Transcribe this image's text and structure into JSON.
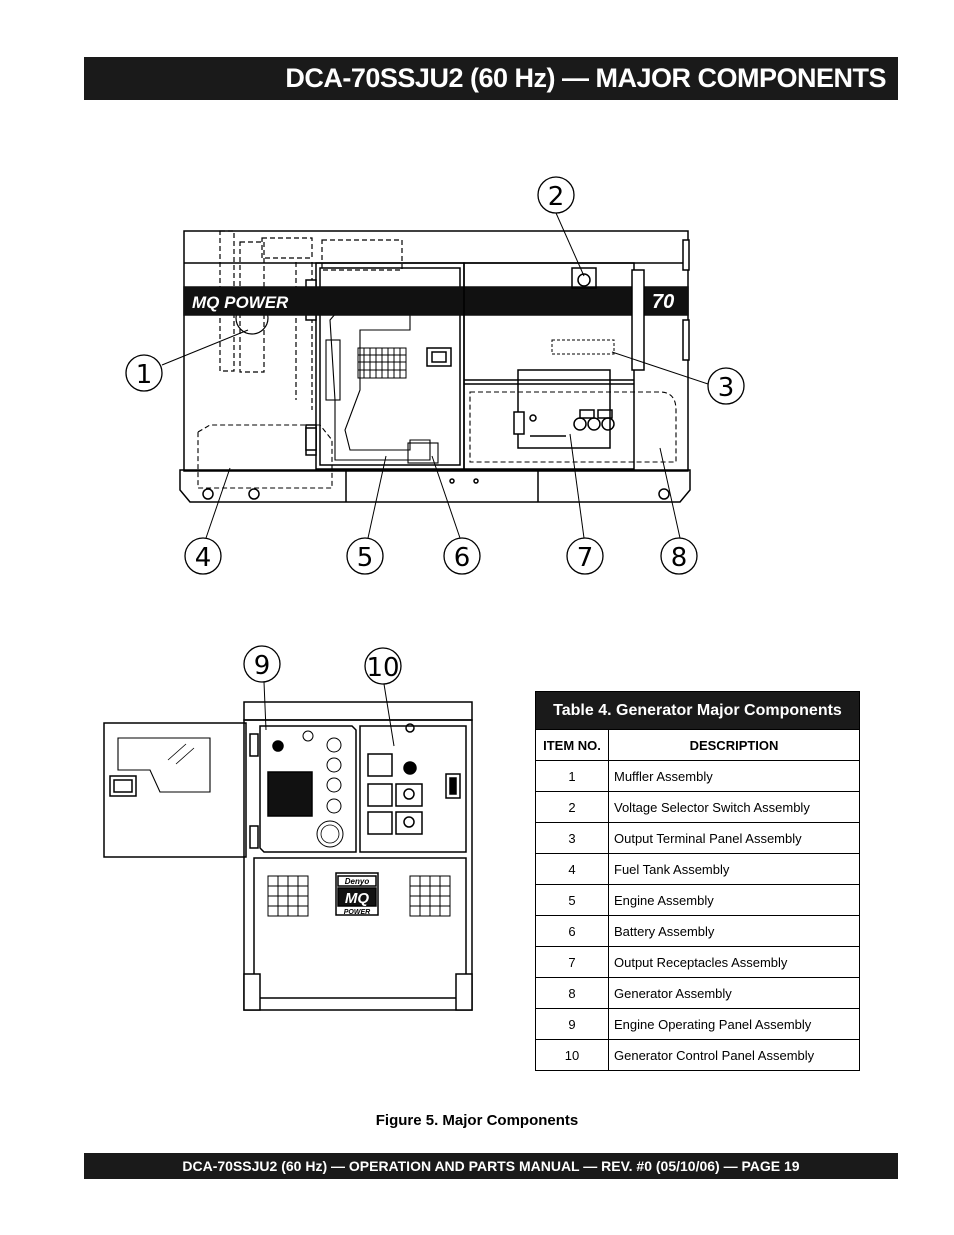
{
  "header": {
    "title": "DCA-70SSJU2 (60 Hz) — MAJOR COMPONENTS"
  },
  "figure": {
    "caption": "Figure 5. Major Components",
    "brand_text": "MQ POWER",
    "model_badge": "70",
    "panel_logo_top": "Denyo",
    "panel_logo_mid": "MQ",
    "panel_logo_bottom": "POWER",
    "callouts": [
      "1",
      "2",
      "3",
      "4",
      "5",
      "6",
      "7",
      "8",
      "9",
      "10"
    ]
  },
  "table": {
    "caption": "Table 4. Generator Major Components",
    "headers": [
      "ITEM NO.",
      "DESCRIPTION"
    ],
    "rows": [
      {
        "item": "1",
        "description": "Muffler Assembly"
      },
      {
        "item": "2",
        "description": "Voltage Selector Switch Assembly"
      },
      {
        "item": "3",
        "description": "Output Terminal Panel Assembly"
      },
      {
        "item": "4",
        "description": "Fuel Tank Assembly"
      },
      {
        "item": "5",
        "description": "Engine Assembly"
      },
      {
        "item": "6",
        "description": "Battery Assembly"
      },
      {
        "item": "7",
        "description": "Output Receptacles Assembly"
      },
      {
        "item": "8",
        "description": "Generator Assembly"
      },
      {
        "item": "9",
        "description": "Engine Operating Panel Assembly"
      },
      {
        "item": "10",
        "description": "Generator Control Panel Assembly"
      }
    ]
  },
  "footer": {
    "text": "DCA-70SSJU2 (60 Hz) — OPERATION AND PARTS MANUAL — REV. #0  (05/10/06) — PAGE 19"
  },
  "colors": {
    "bar": "#1a1a1a",
    "line": "#000000"
  }
}
